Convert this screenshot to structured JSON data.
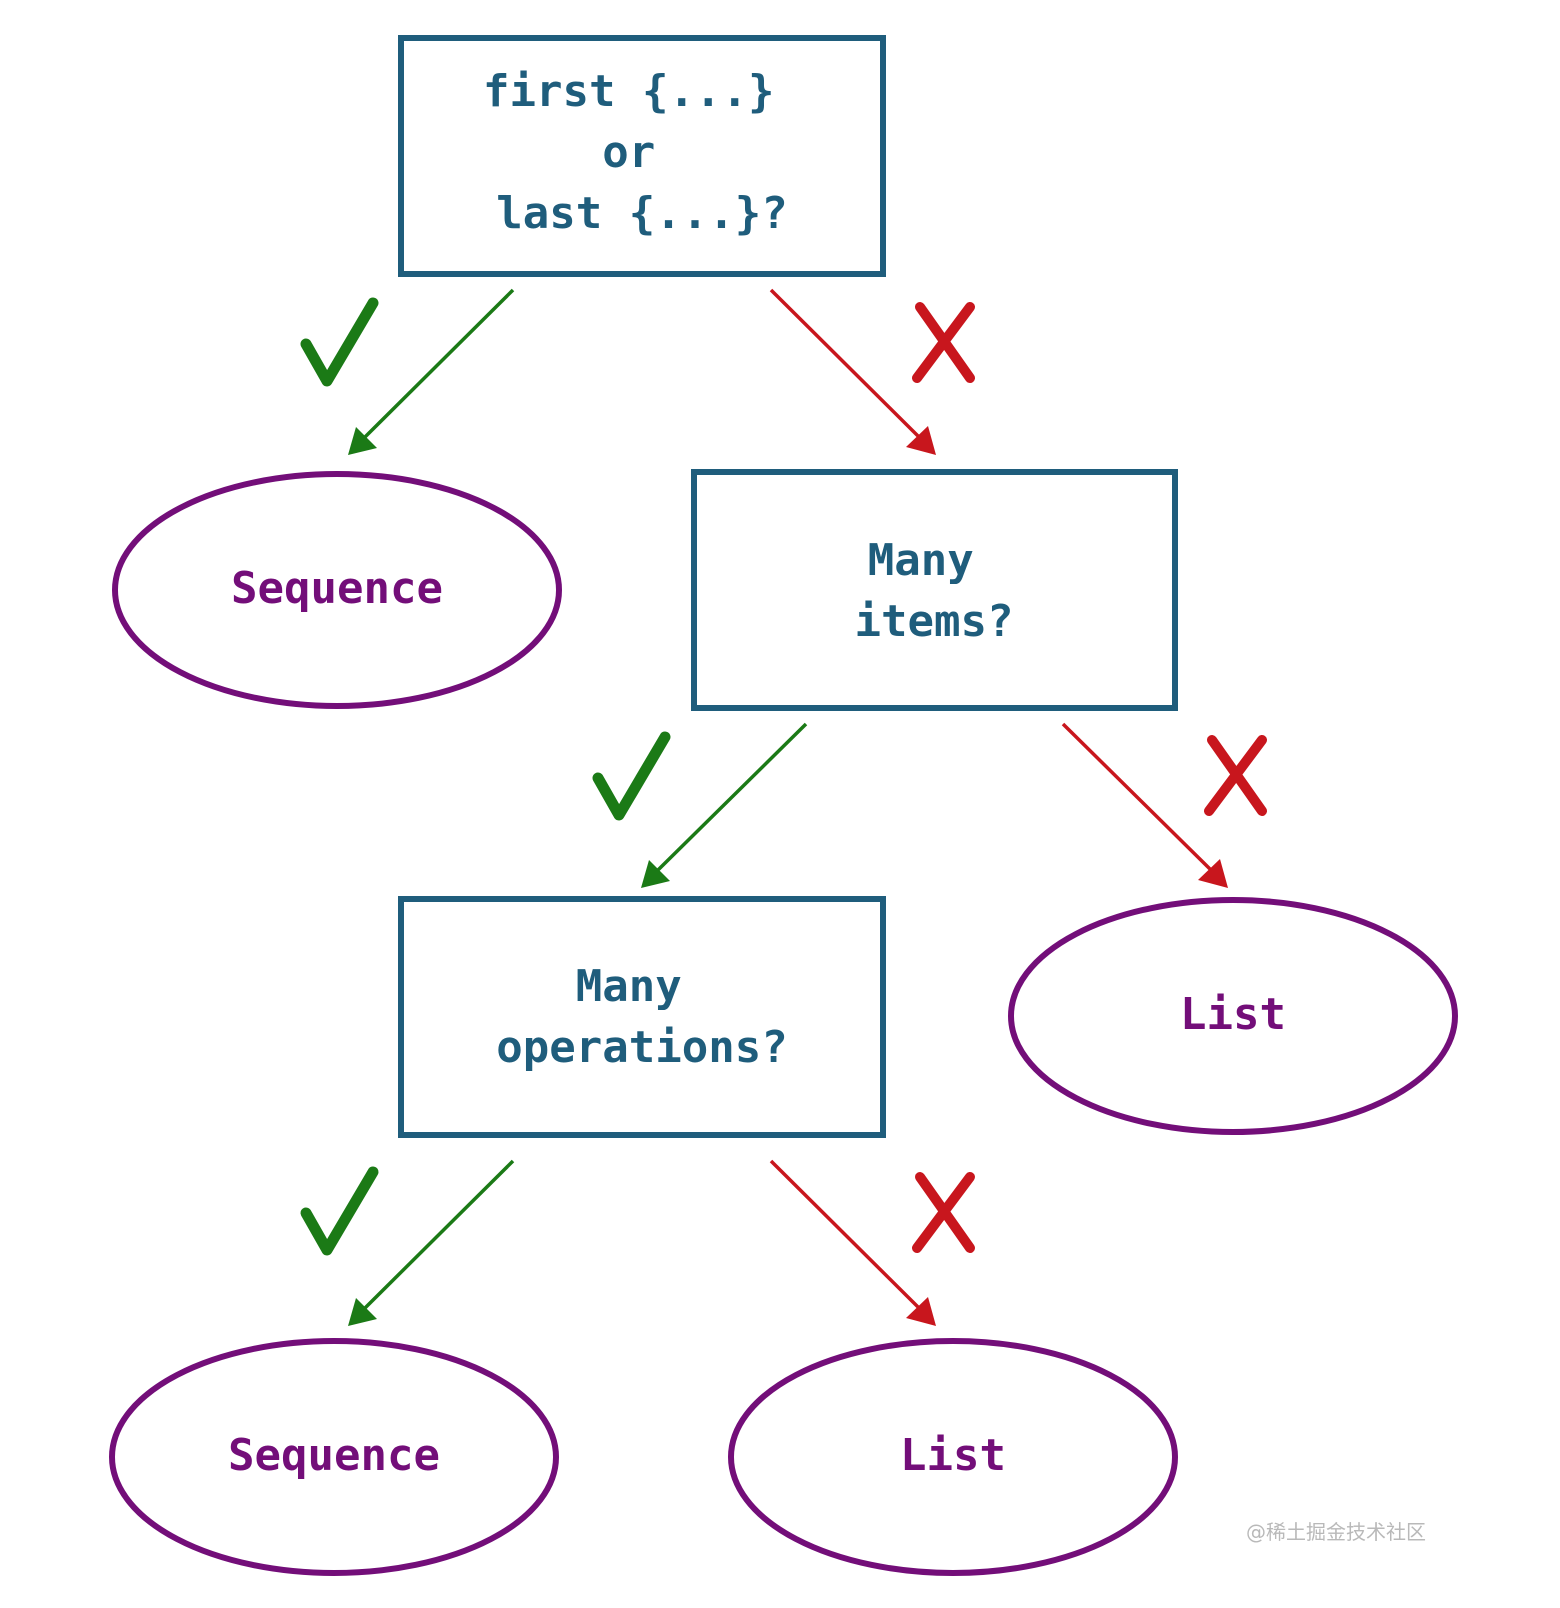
{
  "colors": {
    "decision": "#1f5d7c",
    "outcome": "#730e79",
    "yes": "#1b7a16",
    "no": "#c8161d"
  },
  "decisions": [
    {
      "id": "q1",
      "lines": [
        "first {...}",
        "or",
        "last {...}?"
      ]
    },
    {
      "id": "q2",
      "lines": [
        "Many",
        "items?"
      ]
    },
    {
      "id": "q3",
      "lines": [
        "Many",
        "operations?"
      ]
    }
  ],
  "outcomes": [
    {
      "id": "o1",
      "label": "Sequence"
    },
    {
      "id": "o2",
      "label": "List"
    },
    {
      "id": "o3",
      "label": "Sequence"
    },
    {
      "id": "o4",
      "label": "List"
    }
  ],
  "edges": [
    {
      "from": "q1",
      "to": "o1",
      "answer": "yes",
      "mark": "checkmark-icon"
    },
    {
      "from": "q1",
      "to": "q2",
      "answer": "no",
      "mark": "x-mark-icon"
    },
    {
      "from": "q2",
      "to": "q3",
      "answer": "yes",
      "mark": "checkmark-icon"
    },
    {
      "from": "q2",
      "to": "o2",
      "answer": "no",
      "mark": "x-mark-icon"
    },
    {
      "from": "q3",
      "to": "o3",
      "answer": "yes",
      "mark": "checkmark-icon"
    },
    {
      "from": "q3",
      "to": "o4",
      "answer": "no",
      "mark": "x-mark-icon"
    }
  ],
  "watermark": "@稀土掘金技术社区"
}
